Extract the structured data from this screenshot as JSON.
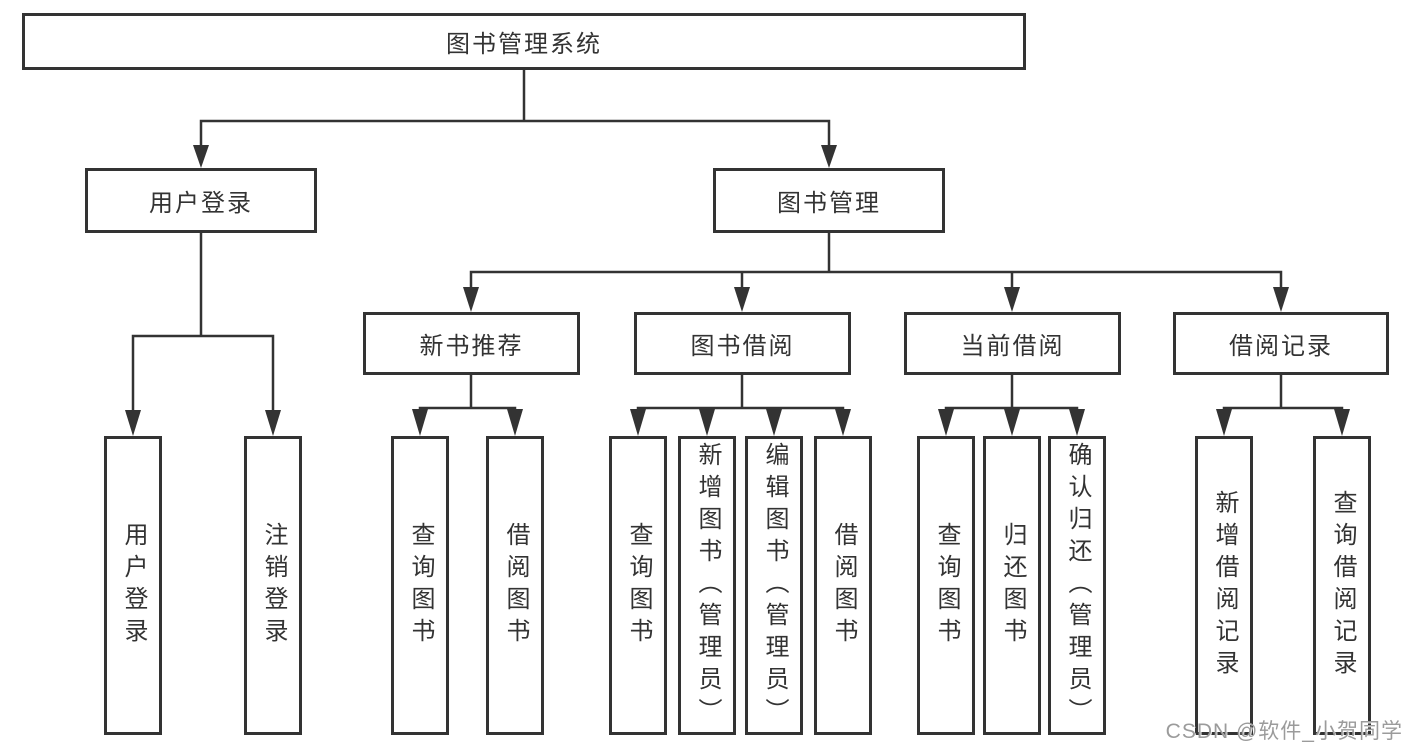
{
  "diagram": {
    "root": {
      "label": "图书管理系统"
    },
    "branches": [
      {
        "label": "用户登录",
        "leaves": [
          {
            "label": "用户登录"
          },
          {
            "label": "注销登录"
          }
        ]
      },
      {
        "label": "图书管理",
        "groups": [
          {
            "label": "新书推荐",
            "leaves": [
              {
                "label": "查询图书"
              },
              {
                "label": "借阅图书"
              }
            ]
          },
          {
            "label": "图书借阅",
            "leaves": [
              {
                "label": "查询图书"
              },
              {
                "label": "新增图书（管理员）"
              },
              {
                "label": "编辑图书（管理员）"
              },
              {
                "label": "借阅图书"
              }
            ]
          },
          {
            "label": "当前借阅",
            "leaves": [
              {
                "label": "查询图书"
              },
              {
                "label": "归还图书"
              },
              {
                "label": "确认归还（管理员）"
              }
            ]
          },
          {
            "label": "借阅记录",
            "leaves": [
              {
                "label": "新增借阅记录"
              },
              {
                "label": "查询借阅记录"
              }
            ]
          }
        ]
      }
    ]
  },
  "watermark": {
    "text": "CSDN @软件_小贺同学"
  },
  "colors": {
    "line": "#333333",
    "box_border": "#333333",
    "text": "#333333",
    "background": "#ffffff",
    "watermark": "#9b9b9b"
  }
}
